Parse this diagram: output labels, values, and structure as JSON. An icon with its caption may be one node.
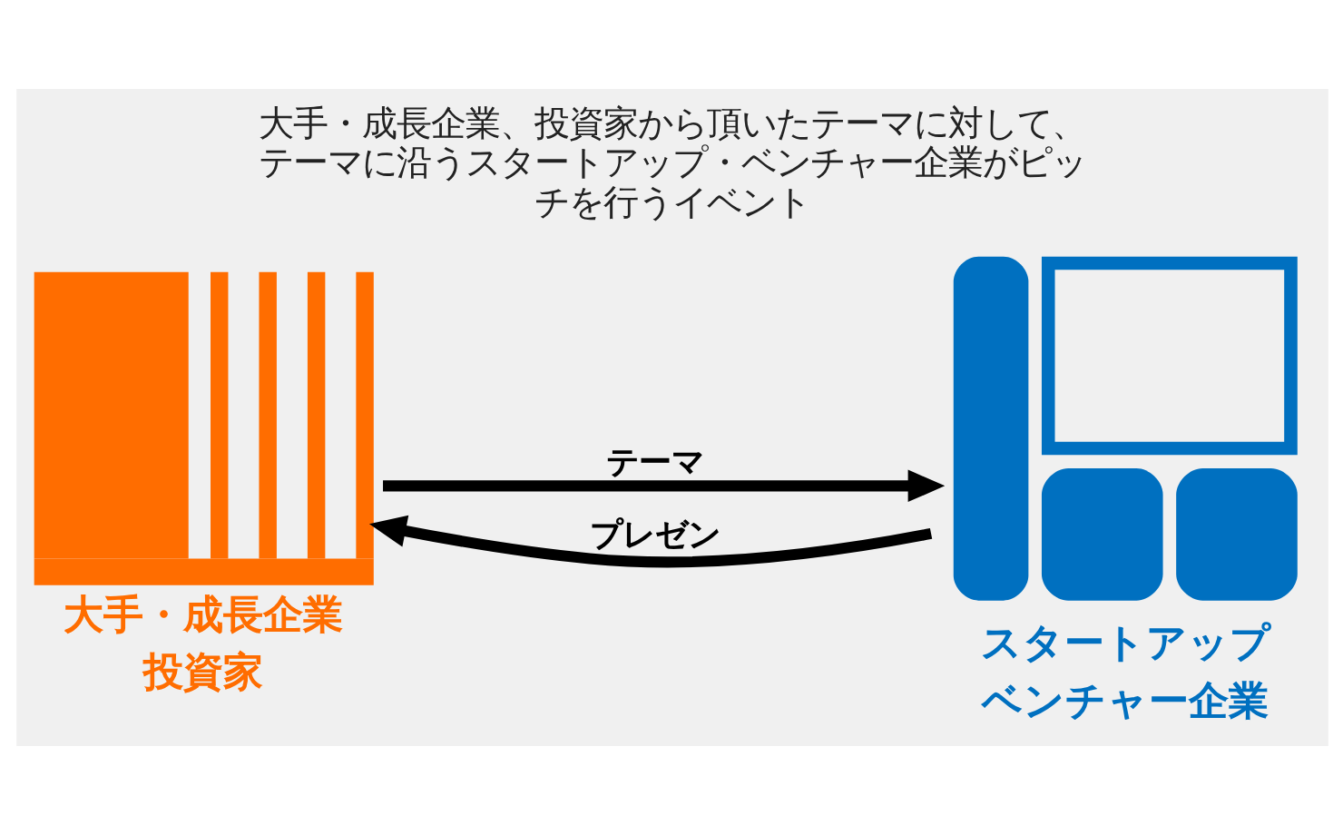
{
  "diagram": {
    "title": "大手・成長企業、投資家から頂いたテーマに対して、テーマに沿うスタートアップ・ベンチャー企業がピッチを行うイベント",
    "nodes": [
      {
        "text": [
          "大手・成長企業",
          "投資家"
        ]
      },
      {
        "text": [
          "スタートアップ",
          "ベンチャー企業"
        ]
      }
    ],
    "edges": [
      {
        "from": 0,
        "to": 1,
        "arrow": "to",
        "label": "テーマ"
      },
      {
        "from": 1,
        "to": 0,
        "arrow": "to",
        "label": "プレゼン"
      }
    ]
  }
}
